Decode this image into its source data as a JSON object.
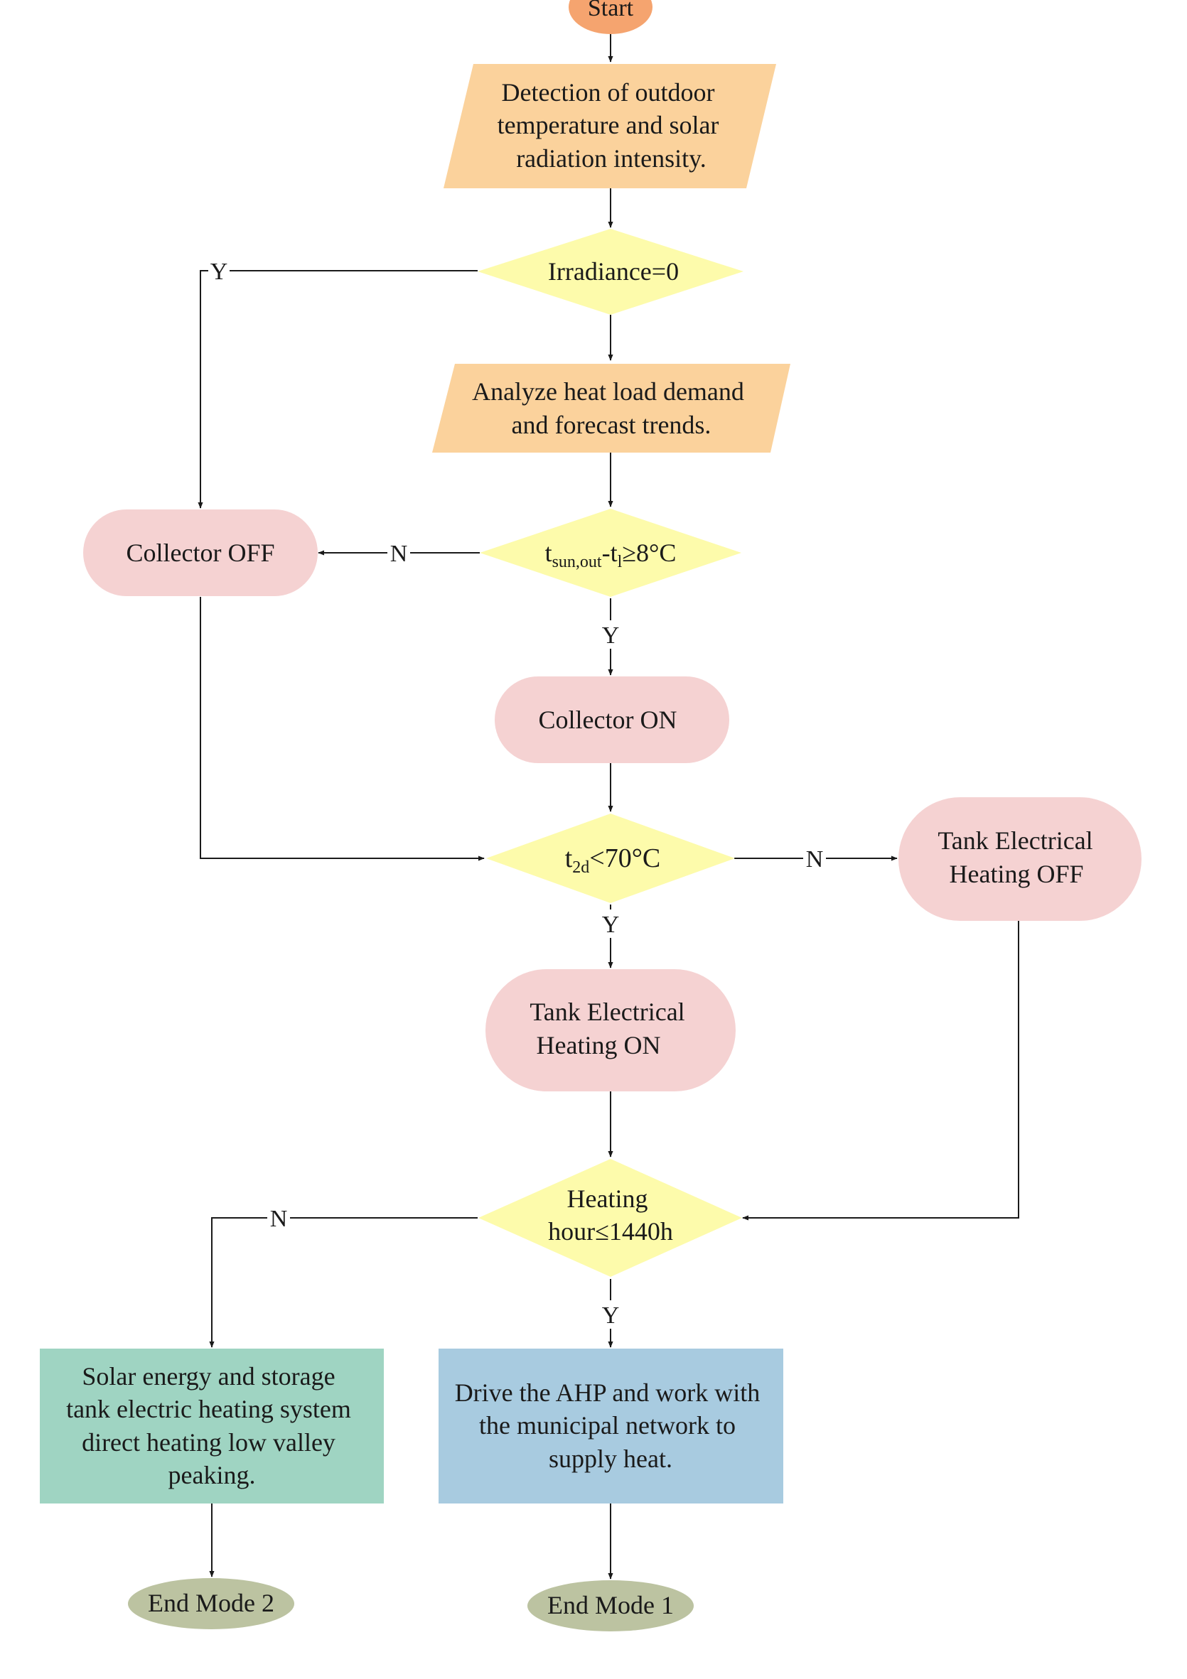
{
  "flowchart": {
    "start": {
      "label": "Start",
      "color": "#f5a46f"
    },
    "detect": {
      "lines": [
        "Detection of outdoor",
        "temperature and solar",
        "radiation intensity."
      ],
      "color": "#fbd29c"
    },
    "irradiance": {
      "label": "Irradiance=0",
      "color": "#fdfbab"
    },
    "analyze": {
      "lines": [
        "Analyze heat load demand",
        "and forecast trends."
      ],
      "color": "#fbd29c"
    },
    "temp_check": {
      "label_t": "t",
      "label_sub1": "sun,out",
      "label_mid": "-t",
      "label_sub2": "l",
      "label_end": "≥8°C",
      "color": "#fdfbab"
    },
    "collector_off": {
      "label": "Collector OFF",
      "color": "#f5d2d2"
    },
    "collector_on": {
      "label": "Collector ON",
      "color": "#f5d2d2"
    },
    "tank_check": {
      "label_t": "t",
      "label_sub": "2d",
      "label_end": "<70°C",
      "color": "#fdfbab"
    },
    "tank_off": {
      "lines": [
        "Tank Electrical",
        "Heating OFF"
      ],
      "color": "#f5d2d2"
    },
    "tank_on": {
      "lines": [
        "Tank Electrical",
        "Heating ON"
      ],
      "color": "#f5d2d2"
    },
    "hours_check": {
      "lines": [
        "Heating",
        "hour≤1440h"
      ],
      "color": "#fdfbab"
    },
    "mode2_box": {
      "lines": [
        "Solar energy and storage",
        "tank electric heating system",
        "direct heating low valley",
        "peaking."
      ],
      "color": "#9fd4c2"
    },
    "mode1_box": {
      "lines": [
        "Drive the AHP and work with",
        "the municipal network to",
        "supply heat."
      ],
      "color": "#a8cbe0"
    },
    "end2": {
      "label": "End Mode 2",
      "color": "#bcc3a1"
    },
    "end1": {
      "label": "End Mode 1",
      "color": "#bcc3a1"
    },
    "edge_labels": {
      "yes": "Y",
      "no": "N"
    },
    "line_color": "#1a1a1a"
  }
}
